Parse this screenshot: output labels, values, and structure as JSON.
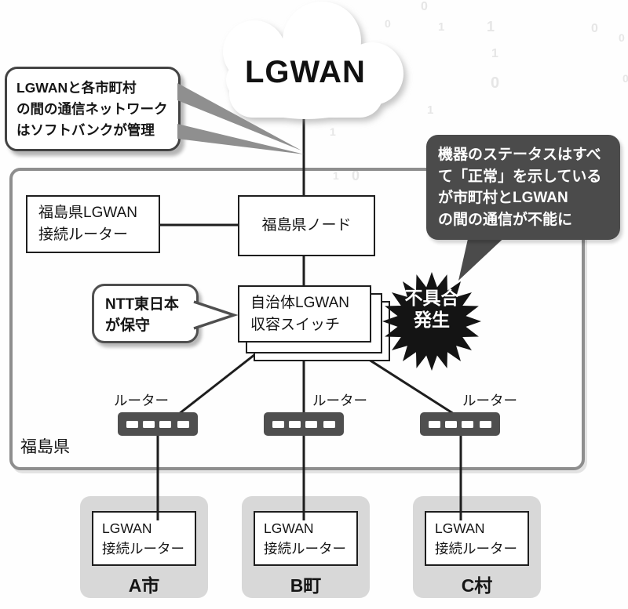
{
  "cloud": {
    "label": "LGWAN"
  },
  "softbank_callout": {
    "lines": [
      "LGWANと各市町村",
      "の間の通信ネットワーク",
      "はソフトバンクが管理"
    ]
  },
  "status_callout": {
    "lines": [
      "機器のステータスはすべ",
      "て「正常」を示している",
      "が市町村とLGWAN",
      "の間の通信が不能に"
    ]
  },
  "prefecture_box": {
    "label": "福島県"
  },
  "pref_router_box": {
    "lines": [
      "福島県LGWAN",
      "接続ルーター"
    ]
  },
  "pref_node_box": {
    "label": "福島県ノード"
  },
  "switch_box": {
    "lines": [
      "自治体LGWAN",
      "収容スイッチ"
    ]
  },
  "ntt_callout": {
    "lines": [
      "NTT東日本",
      "が保守"
    ]
  },
  "failure_burst": {
    "lines": [
      "不具合",
      "発生"
    ]
  },
  "router_labels": [
    "ルーター",
    "ルーター",
    "ルーター"
  ],
  "municipalities": [
    {
      "device_lines": [
        "LGWAN",
        "接続ルーター"
      ],
      "name": "A市"
    },
    {
      "device_lines": [
        "LGWAN",
        "接続ルーター"
      ],
      "name": "B町"
    },
    {
      "device_lines": [
        "LGWAN",
        "接続ルーター"
      ],
      "name": "C村"
    }
  ],
  "background_texture": {
    "digits": [
      "0",
      "0",
      "1",
      "1",
      "0",
      "0",
      "1",
      "0",
      "0",
      "1",
      "1",
      "1",
      "0"
    ]
  },
  "colors": {
    "line": "#1e1e1e",
    "dark_bubble": "#4b4b4b",
    "frame_border": "#8e8e8e",
    "card_bg": "#d8d8d8",
    "burst_fill": "#141414",
    "router_fill": "#4f4f4f"
  }
}
